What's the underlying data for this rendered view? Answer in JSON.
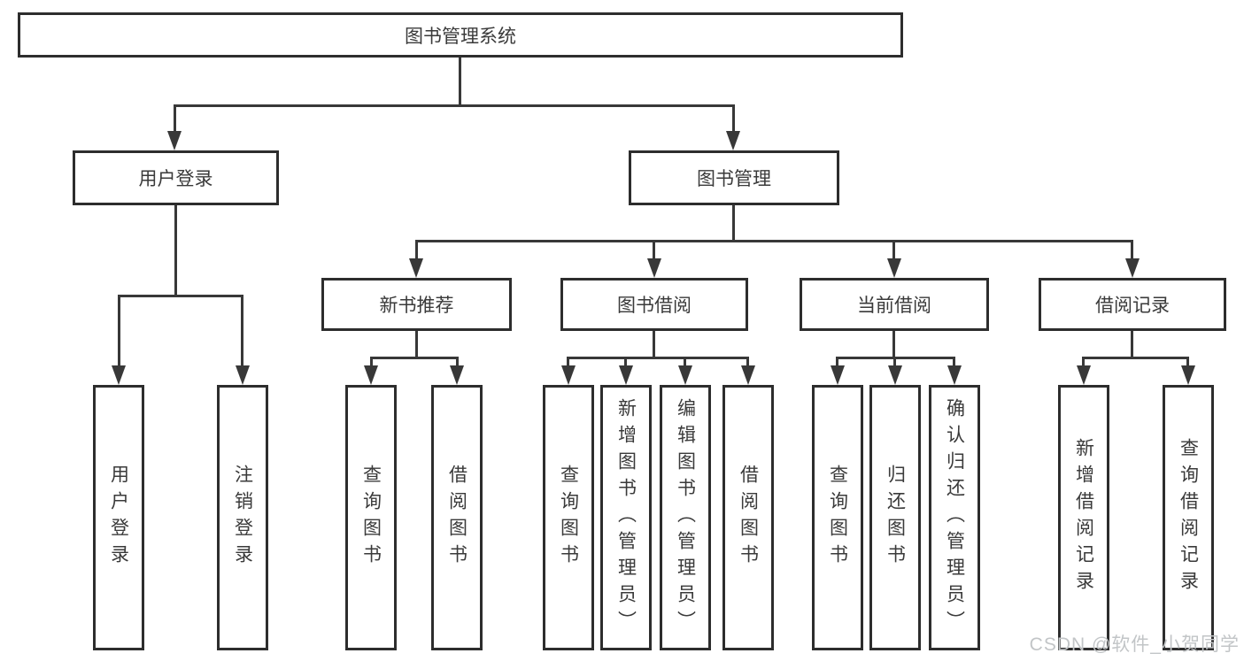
{
  "diagram": {
    "root": {
      "label": "图书管理系统"
    },
    "level2": [
      {
        "label": "用户登录"
      },
      {
        "label": "图书管理"
      }
    ],
    "level3": [
      {
        "label": "新书推荐"
      },
      {
        "label": "图书借阅"
      },
      {
        "label": "当前借阅"
      },
      {
        "label": "借阅记录"
      }
    ],
    "leaves": [
      {
        "label": "用户登录"
      },
      {
        "label": "注销登录"
      },
      {
        "label": "查询图书"
      },
      {
        "label": "借阅图书"
      },
      {
        "label": "查询图书"
      },
      {
        "label": "新增图书（管理员）"
      },
      {
        "label": "编辑图书（管理员）"
      },
      {
        "label": "借阅图书"
      },
      {
        "label": "查询图书"
      },
      {
        "label": "归还图书"
      },
      {
        "label": "确认归还（管理员）"
      },
      {
        "label": "新增借阅记录"
      },
      {
        "label": "查询借阅记录"
      }
    ],
    "line_color": "#383838",
    "border_color": "#2d2d2d"
  },
  "watermark": {
    "text": "CSDN @软件_小贺同学",
    "color": "#c2c5c7"
  }
}
